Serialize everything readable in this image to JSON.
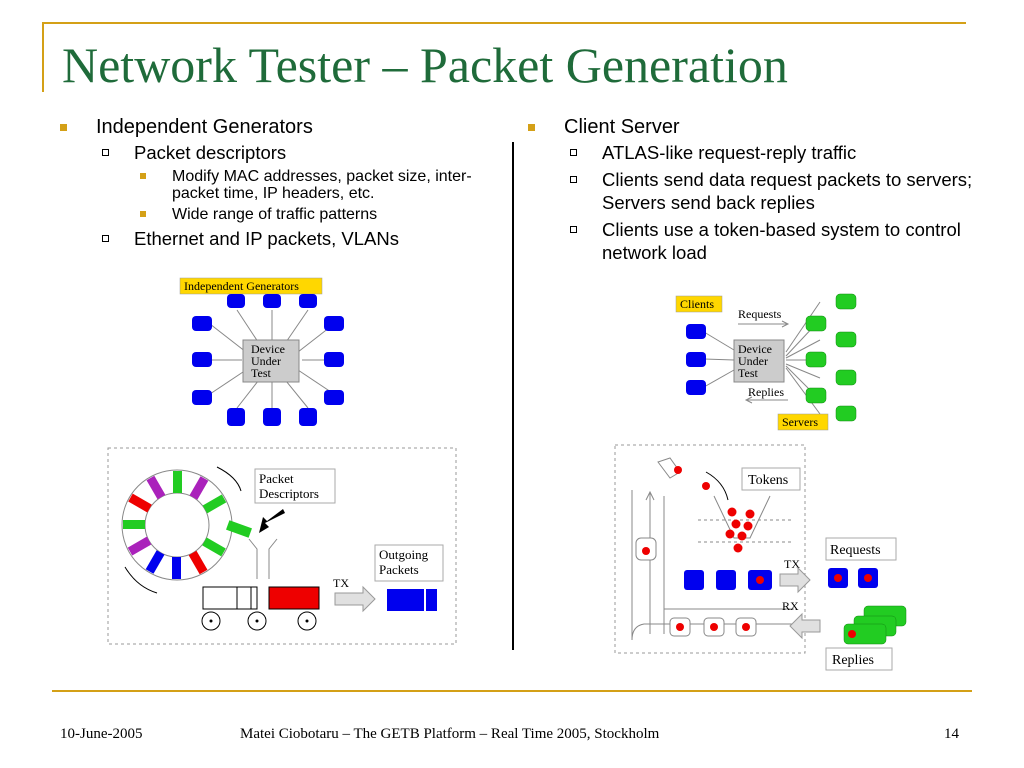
{
  "title": "Network Tester – Packet Generation",
  "left": {
    "heading": "Independent Generators",
    "sub1": "Packet descriptors",
    "sub1_items": [
      "Modify MAC addresses, packet size, inter-packet time, IP headers, etc.",
      "Wide range of traffic patterns"
    ],
    "sub2": "Ethernet and IP packets, VLANs"
  },
  "right": {
    "heading": "Client Server",
    "items": [
      "ATLAS-like  request-reply traffic",
      "Clients send data request packets to servers; Servers send back replies",
      "Clients use a token-based system to control network load"
    ]
  },
  "diagram_ig": {
    "label": "Independent Generators",
    "dut": [
      "Device",
      "Under",
      "Test"
    ]
  },
  "diagram_cs": {
    "clients": "Clients",
    "servers": "Servers",
    "requests": "Requests",
    "replies": "Replies",
    "dut": [
      "Device",
      "Under",
      "Test"
    ]
  },
  "diagram_pd": {
    "packet": "Packet",
    "descriptors": "Descriptors",
    "outgoing": "Outgoing",
    "packets": "Packets",
    "tx": "TX"
  },
  "diagram_tok": {
    "tokens": "Tokens",
    "tx": "TX",
    "rx": "RX",
    "requests": "Requests",
    "replies": "Replies"
  },
  "footer": {
    "date": "10-June-2005",
    "center": "Matei Ciobotaru – The GETB Platform – Real Time 2005, Stockholm",
    "page": "14"
  },
  "colors": {
    "accent": "#d4a017",
    "title": "#1f6b3a",
    "blue": "#0000ee",
    "green": "#22cc22",
    "red": "#ee0000",
    "purple": "#aa22bb"
  }
}
